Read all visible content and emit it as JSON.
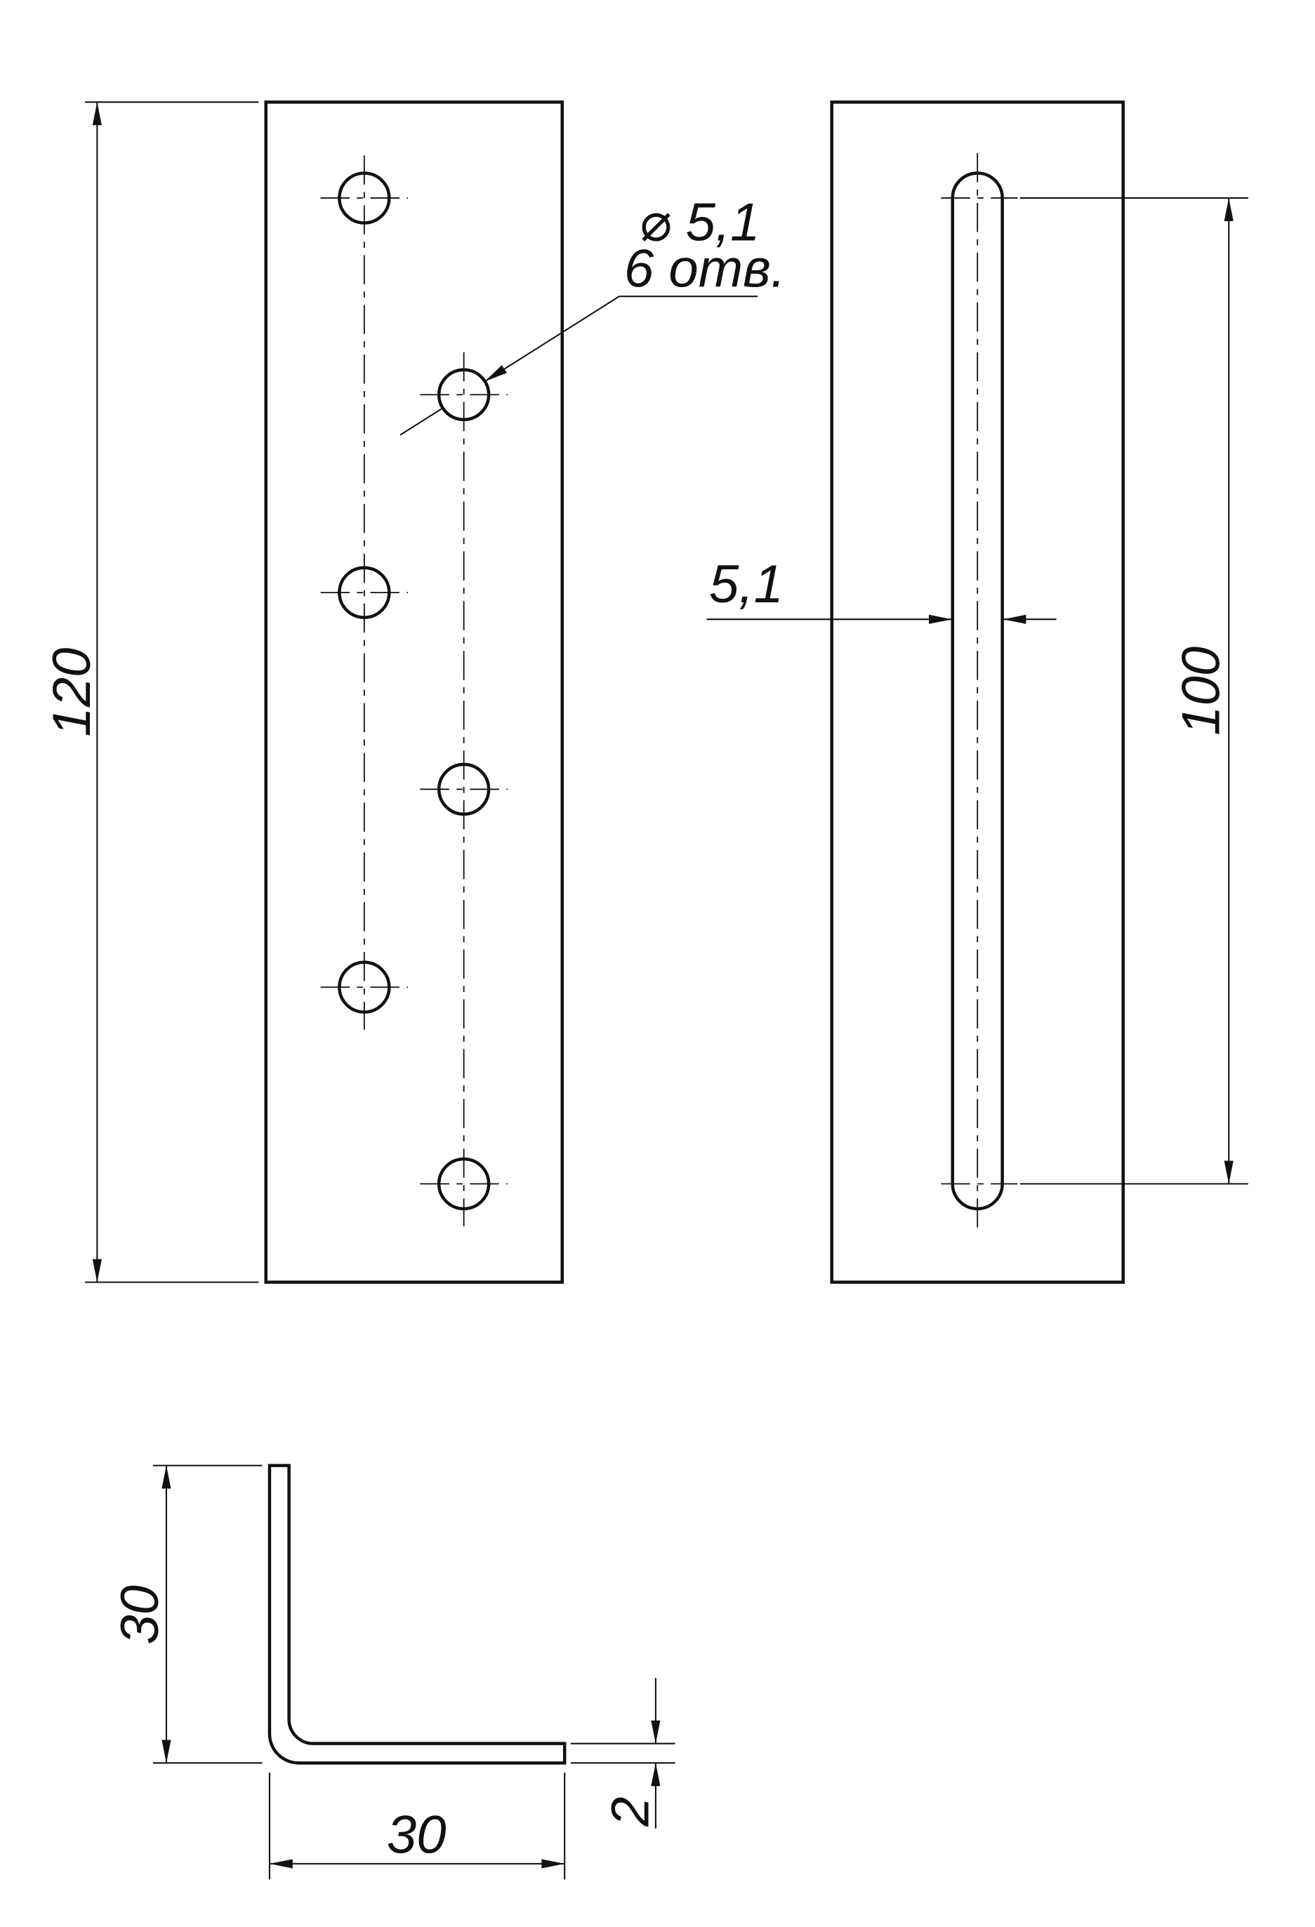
{
  "drawing": {
    "background": "#ffffff",
    "line_color": "#111111",
    "front_view": {
      "height_label": "120",
      "hole_callout": {
        "diameter": "⌀ 5,1",
        "count": "6 отв."
      }
    },
    "side_view": {
      "slot_width_label": "5,1",
      "slot_length_label": "100"
    },
    "profile_view": {
      "leg_height_label": "30",
      "leg_width_label": "30",
      "thickness_label": "2"
    }
  }
}
